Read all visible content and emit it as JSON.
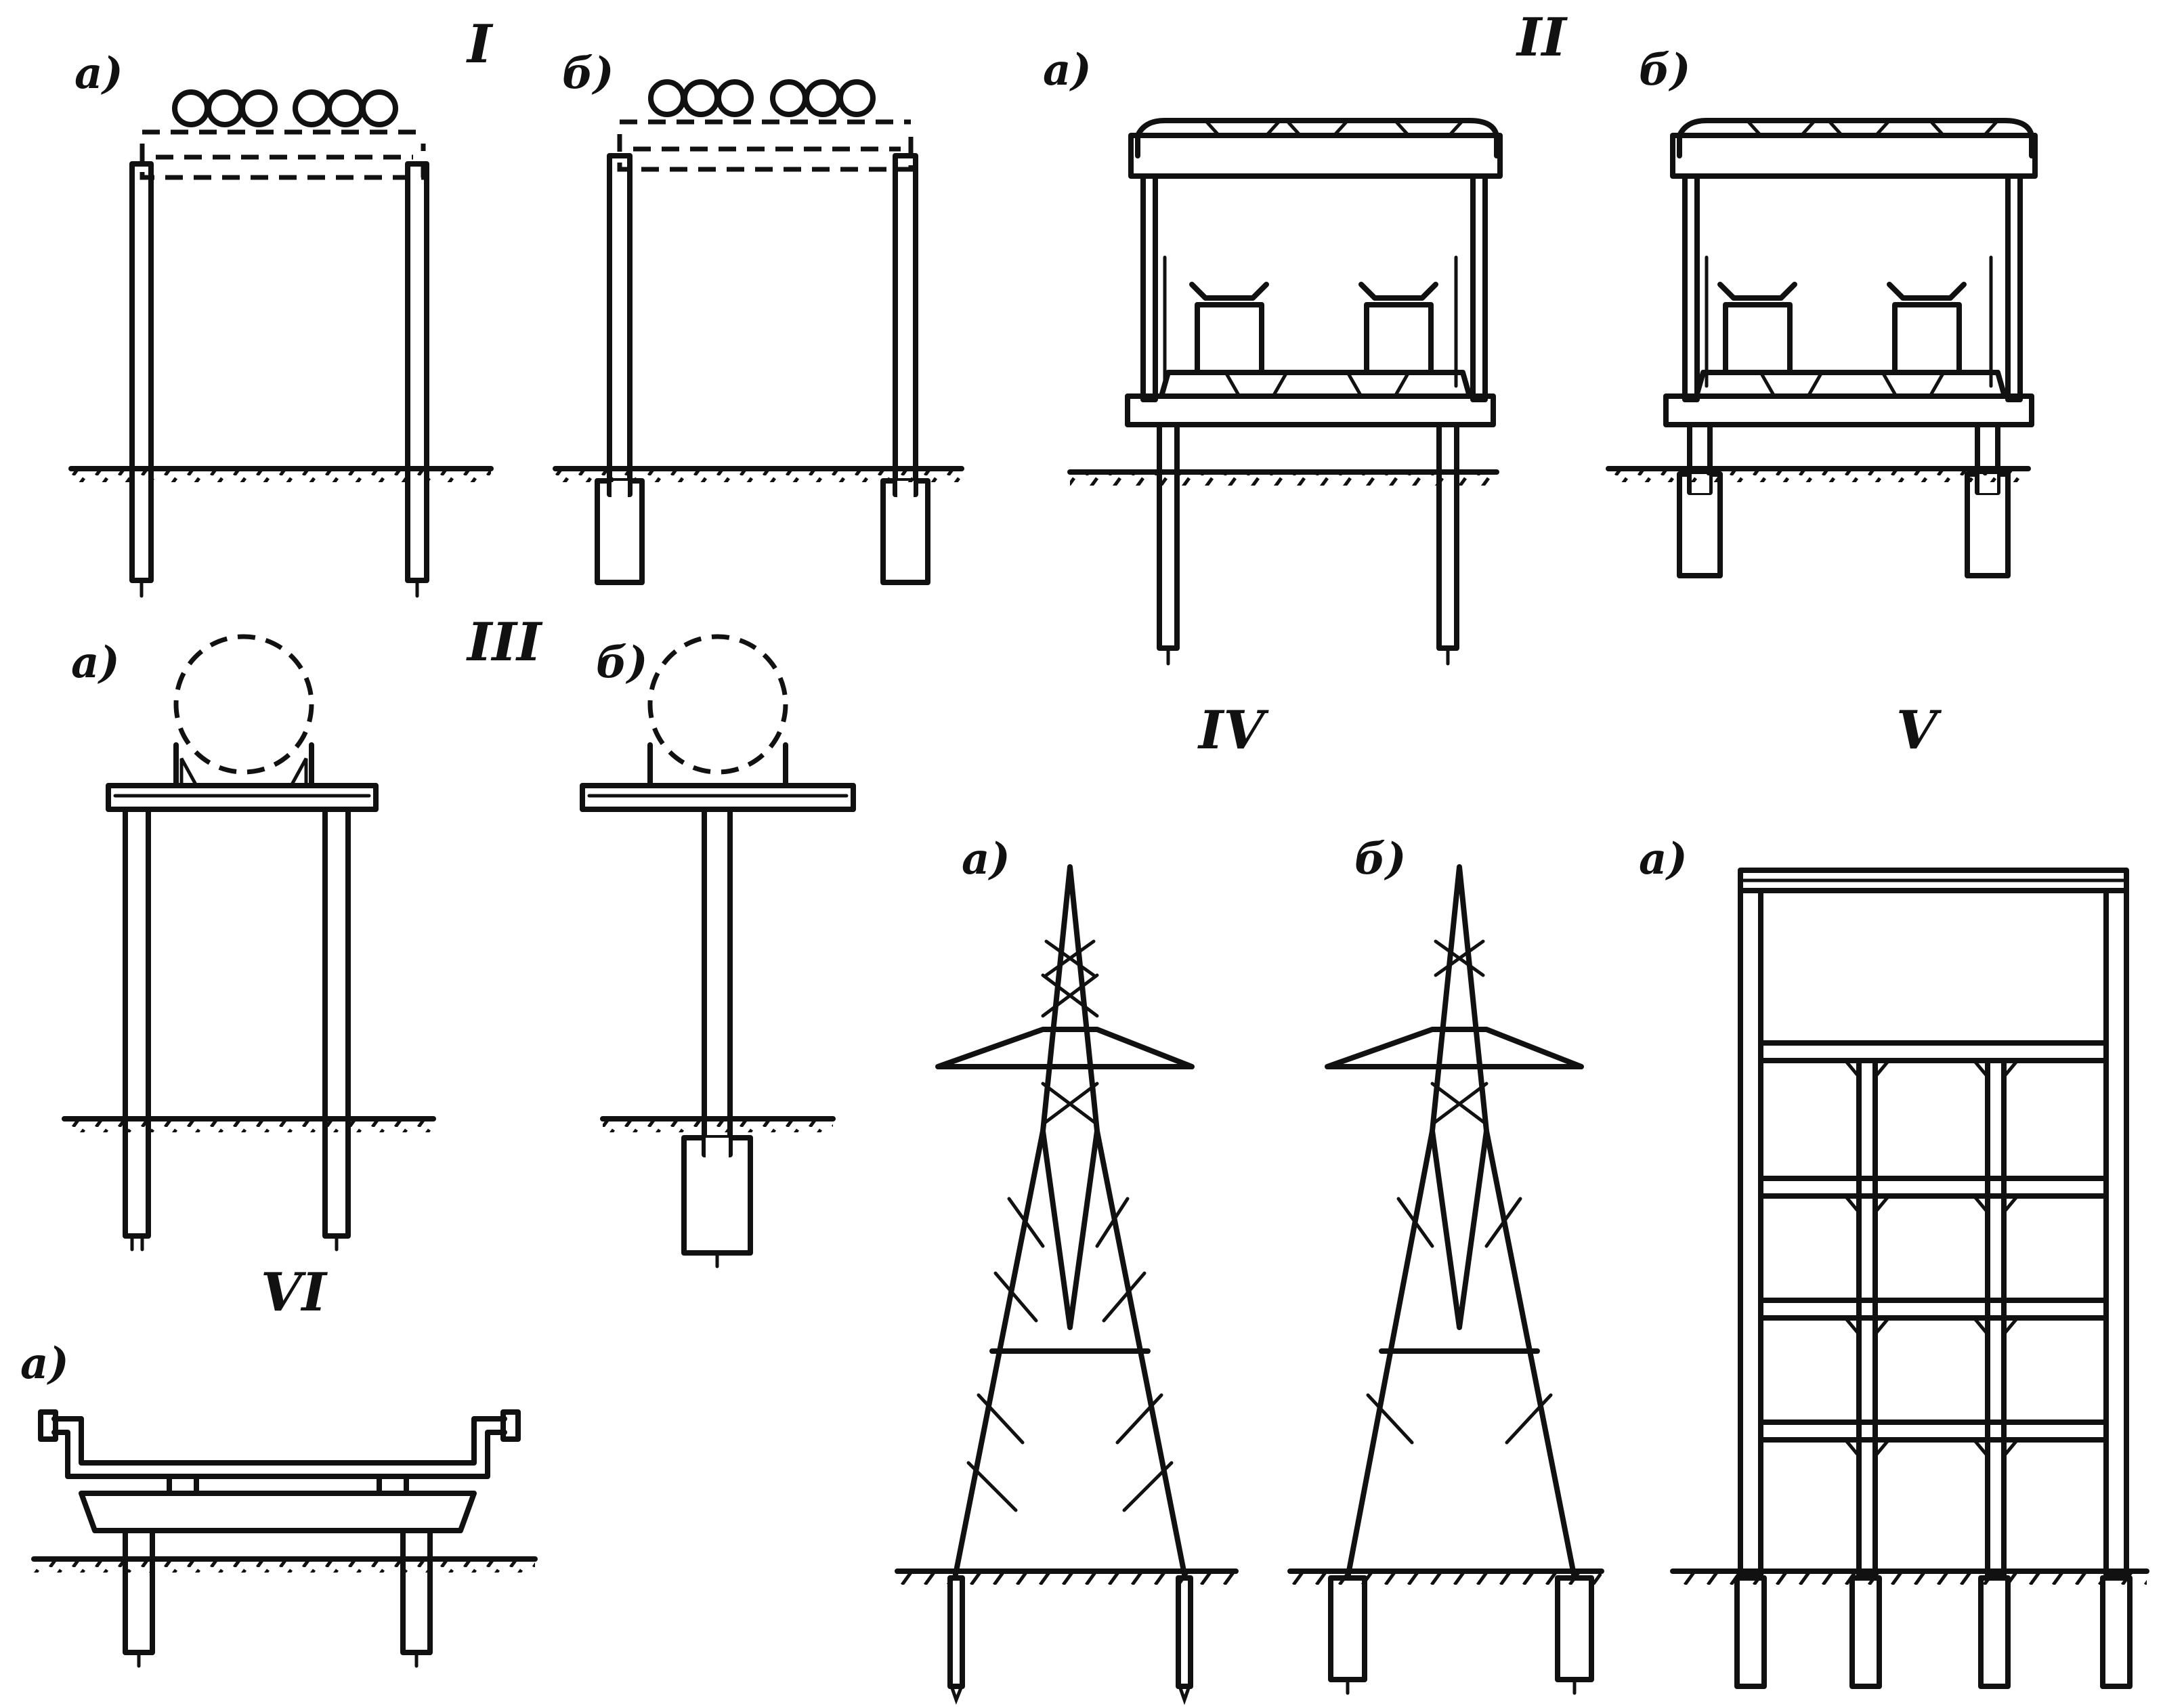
{
  "labels": {
    "I": "I",
    "I_a": "а)",
    "I_b": "б)",
    "II": "II",
    "II_a": "а)",
    "II_b": "б)",
    "III": "III",
    "III_a": "а)",
    "III_b": "б)",
    "IV": "IV",
    "IV_a": "а)",
    "IV_b": "б)",
    "V": "V",
    "V_a": "а)",
    "VI": "VI",
    "VI_a": "а)"
  }
}
